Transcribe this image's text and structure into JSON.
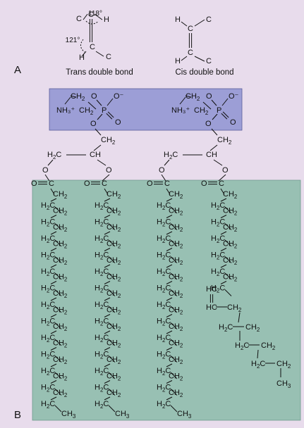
{
  "panels": {
    "a": "A",
    "b": "B"
  },
  "part_a": {
    "trans_label": "Trans double bond",
    "cis_label": "Cis double bond",
    "angle_top": "118°",
    "angle_left": "121°",
    "atoms": {
      "carbon": "C",
      "hydrogen": "H"
    }
  },
  "head_group": {
    "amine_left": "NH₃⁺",
    "amine_right": "NH₃⁺",
    "phosphate_oxy_minus": "O⁻"
  },
  "chains": {
    "left": "saturated",
    "right": "unsaturated (cis double bond)"
  },
  "colors": {
    "background": "#e8dcec",
    "head_box": "#9c9ed6",
    "tail_box": "#98c0b3"
  }
}
